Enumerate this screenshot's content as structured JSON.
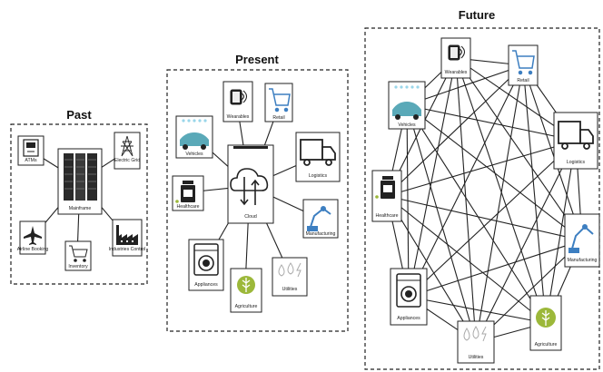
{
  "diagram": {
    "past": {
      "title": "Past",
      "hub": "Mainframe",
      "nodes": [
        {
          "id": "atms",
          "label": "ATMs",
          "icon": "atm-icon"
        },
        {
          "id": "electric-grid",
          "label": "Electric Grid",
          "icon": "power-tower-icon"
        },
        {
          "id": "airline-booking",
          "label": "Airline Booking",
          "icon": "airplane-icon"
        },
        {
          "id": "inventory",
          "label": "Inventory",
          "icon": "shopping-cart-icon"
        },
        {
          "id": "industries-control",
          "label": "Industries Control",
          "icon": "factory-icon"
        }
      ]
    },
    "present": {
      "title": "Present",
      "hub": "Cloud",
      "nodes": [
        {
          "id": "wearables",
          "label": "Wearables",
          "icon": "smartwatch-icon"
        },
        {
          "id": "retail",
          "label": "Retail",
          "icon": "shopping-cart-icon"
        },
        {
          "id": "vehicles",
          "label": "Vehicles",
          "icon": "car-icon"
        },
        {
          "id": "logistics",
          "label": "Logistics",
          "icon": "truck-icon"
        },
        {
          "id": "healthcare",
          "label": "Healthcare",
          "icon": "pill-bottle-icon"
        },
        {
          "id": "manufacturing",
          "label": "Manufacturing",
          "icon": "robot-arm-icon"
        },
        {
          "id": "appliances",
          "label": "Appliances",
          "icon": "washing-machine-icon"
        },
        {
          "id": "agriculture",
          "label": "Agriculture",
          "icon": "wheat-icon"
        },
        {
          "id": "utilities",
          "label": "Utilities",
          "icon": "drops-lightning-icon"
        }
      ]
    },
    "future": {
      "title": "Future",
      "nodes": [
        {
          "id": "wearables",
          "label": "Wearables",
          "icon": "smartwatch-icon"
        },
        {
          "id": "retail",
          "label": "Retail",
          "icon": "shopping-cart-icon"
        },
        {
          "id": "vehicles",
          "label": "Vehicles",
          "icon": "car-icon"
        },
        {
          "id": "logistics",
          "label": "Logistics",
          "icon": "truck-icon"
        },
        {
          "id": "healthcare",
          "label": "Healthcare",
          "icon": "pill-bottle-icon"
        },
        {
          "id": "manufacturing",
          "label": "Manufacturing",
          "icon": "robot-arm-icon"
        },
        {
          "id": "appliances",
          "label": "Appliances",
          "icon": "washing-machine-icon"
        },
        {
          "id": "agriculture",
          "label": "Agriculture",
          "icon": "wheat-icon"
        },
        {
          "id": "utilities",
          "label": "Utilities",
          "icon": "drops-lightning-icon"
        }
      ],
      "topology": "fully-connected mesh"
    },
    "colors": {
      "line": "#222222",
      "vehicle": "#5aa9b8",
      "lights": "#9ad6ea",
      "manufacturing": "#3d7fc1",
      "agriculture": "#9cb83a"
    }
  }
}
